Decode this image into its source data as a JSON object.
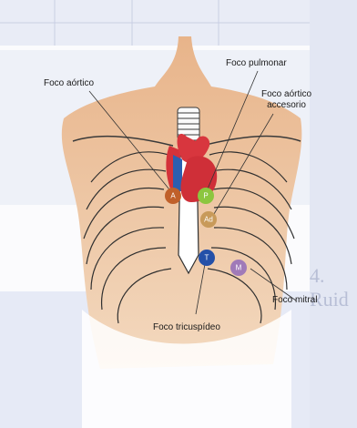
{
  "labels": {
    "pulmonar": "Foco pulmonar",
    "aortico": "Foco aórtico",
    "accesorio_line1": "Foco aórtico",
    "accesorio_line2": "accesorio",
    "mitral": "Foco mitral",
    "tricuspideo": "Foco tricuspídeo"
  },
  "markers": {
    "aortico": {
      "letter": "A",
      "color": "#c0602a"
    },
    "pulmonar": {
      "letter": "P",
      "color": "#8cc63f"
    },
    "accesorio": {
      "letter": "Ad",
      "color": "#c89a5a"
    },
    "tricuspideo": {
      "letter": "T",
      "color": "#2450a8"
    },
    "mitral": {
      "letter": "M",
      "color": "#a07ab8"
    }
  },
  "section_heading": "4. Ruid"
}
